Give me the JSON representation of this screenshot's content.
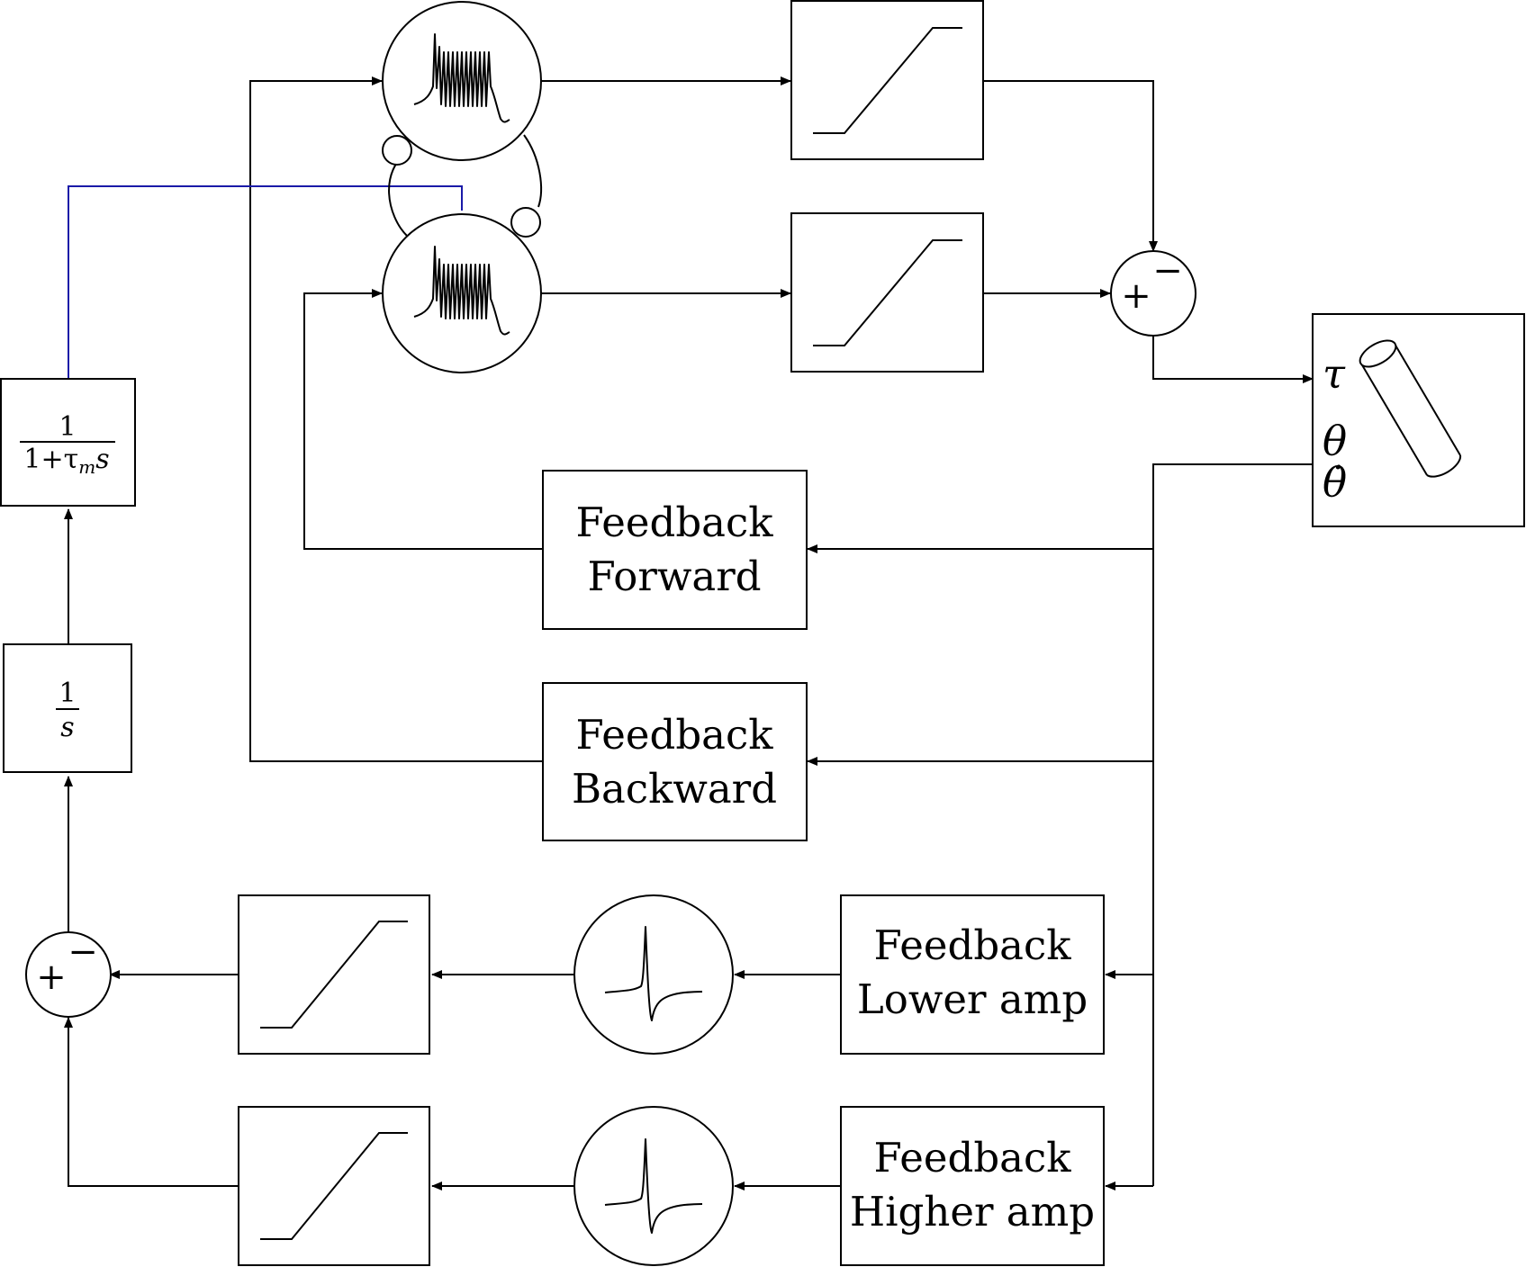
{
  "blocks": {
    "feedback_forward": [
      "Feedback",
      "Forward"
    ],
    "feedback_backward": [
      "Feedback",
      "Backward"
    ],
    "feedback_lower": [
      "Feedback",
      "Lower amp"
    ],
    "feedback_higher": [
      "Feedback",
      "Higher amp"
    ],
    "integrator": {
      "num": "1",
      "den": "s"
    },
    "lowpass": {
      "num": "1",
      "den_base": "1+τ",
      "den_sub": "m",
      "den_tail": "s"
    }
  },
  "sums": {
    "plus": "+",
    "minus": "−"
  },
  "pendulum": {
    "input": "τ",
    "outputs": [
      "θ",
      "θ̇"
    ],
    "input_color": "#33cc33",
    "output_color": "#e01010"
  },
  "colors": {
    "inhibition_wire": "#1a1aa8"
  }
}
